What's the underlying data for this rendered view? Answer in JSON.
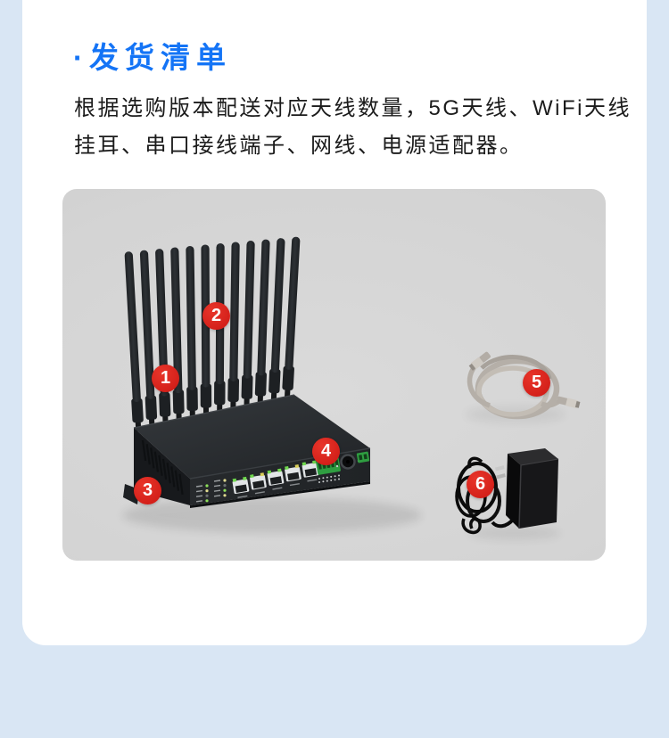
{
  "theme": {
    "page_background": "#d9e6f4",
    "card_background": "#ffffff",
    "panel_background": "#d4d4d4",
    "accent_blue": "#1474f6",
    "badge_red": "#da241e",
    "text_color": "#1b1b1b"
  },
  "section": {
    "title": "·发货清单",
    "description_lines": [
      "根据选购版本配送对应天线数量，5G天线、WiFi天线",
      "挂耳、串口接线端子、网线、电源适配器。"
    ]
  },
  "figure": {
    "badges": [
      {
        "number": "1",
        "name": "antenna-callout"
      },
      {
        "number": "2",
        "name": "wifi-antenna-callout"
      },
      {
        "number": "3",
        "name": "mounting-ear-callout"
      },
      {
        "number": "4",
        "name": "terminal-block-callout"
      },
      {
        "number": "5",
        "name": "ethernet-cable-callout"
      },
      {
        "number": "6",
        "name": "power-adapter-callout"
      }
    ]
  }
}
